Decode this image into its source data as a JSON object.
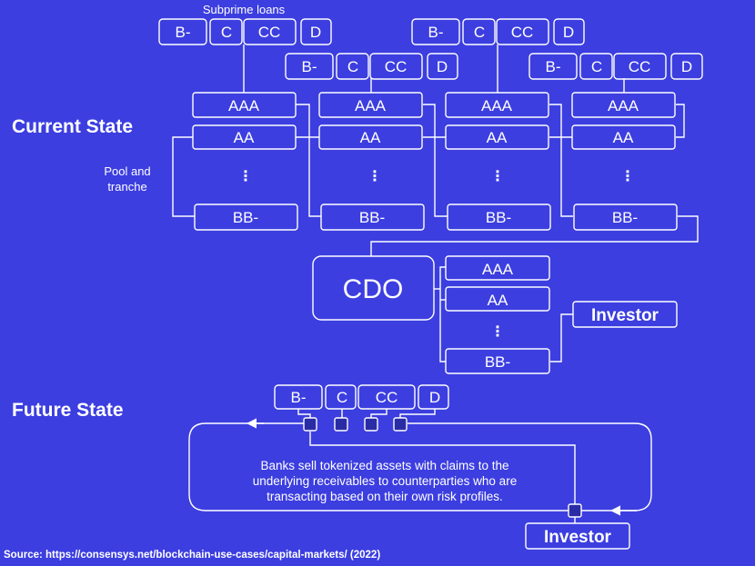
{
  "labels": {
    "subprime_loans": "Subprime loans",
    "current_state": "Current State",
    "pool_tranche_line1": "Pool and",
    "pool_tranche_line2": "tranche",
    "future_state": "Future State",
    "cdo": "CDO",
    "investor_current": "Investor",
    "investor_future": "Investor",
    "source": "Source: https://consensys.net/blockchain-use-cases/capital-markets/ (2022)"
  },
  "loan_ratings": [
    "B-",
    "C",
    "CC",
    "D"
  ],
  "tranches": {
    "top": "AAA",
    "second": "AA",
    "ellipsis": "⋮",
    "bottom": "BB-"
  },
  "future_note": [
    "Banks sell tokenized assets with claims to the",
    "underlying receivables to counterparties who are",
    "transacting based on their own risk profiles."
  ]
}
